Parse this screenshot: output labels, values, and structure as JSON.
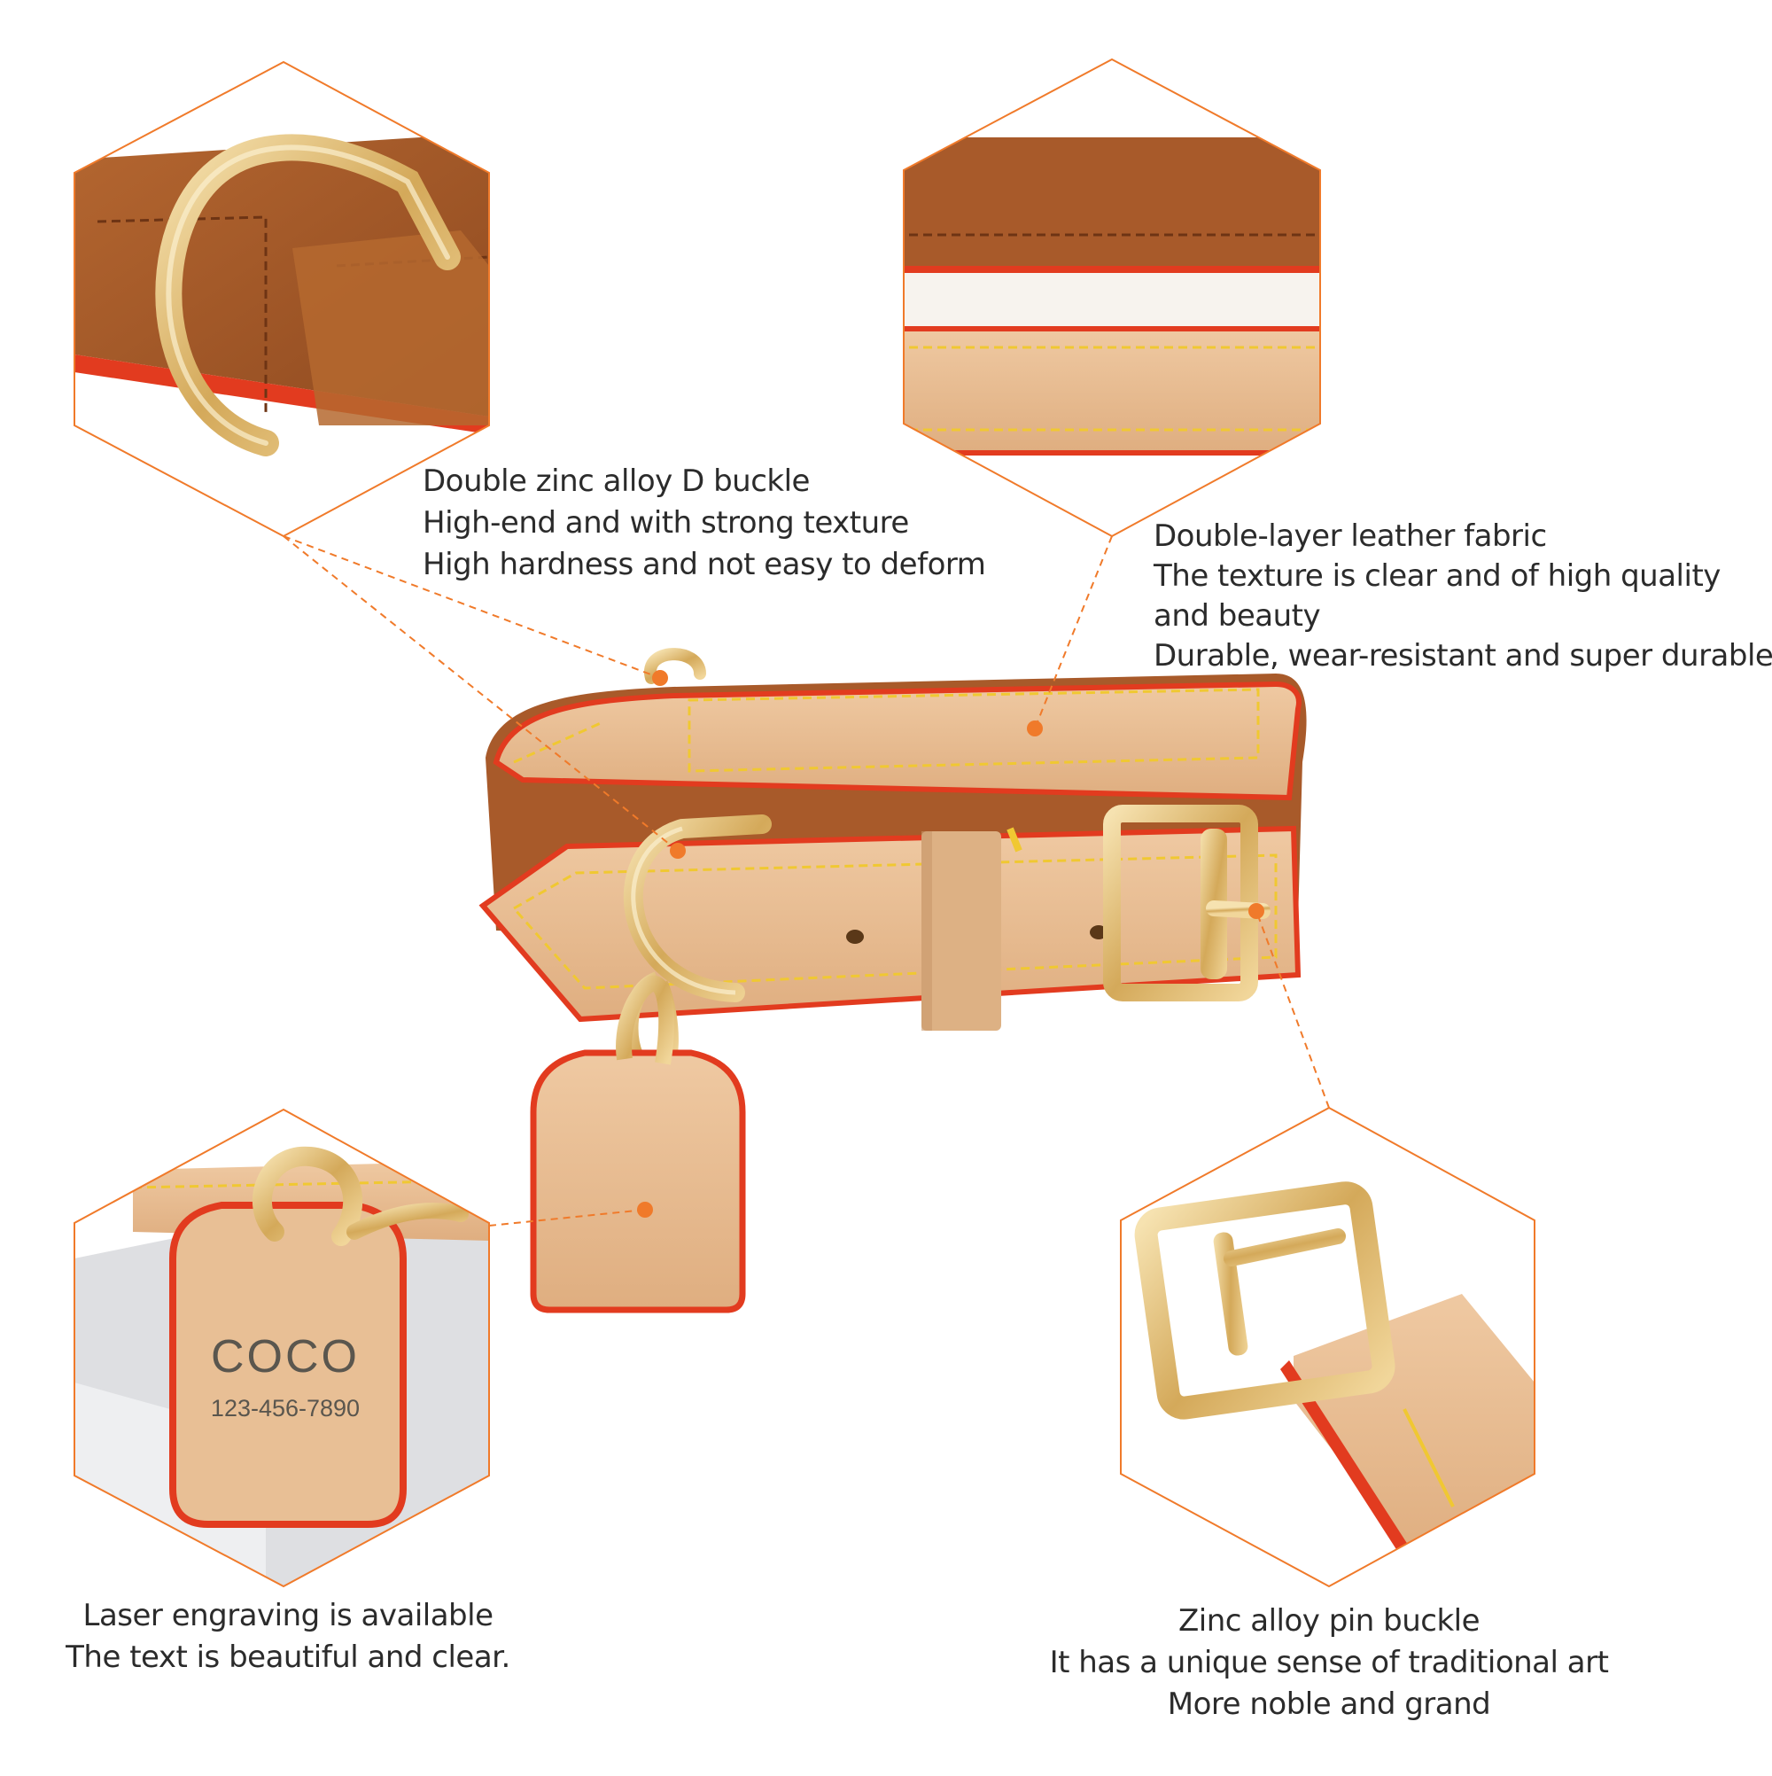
{
  "callouts": {
    "d_buckle": {
      "lines": [
        "Double zinc alloy D buckle",
        "High-end and with strong texture",
        "High hardness and not easy to deform"
      ]
    },
    "leather": {
      "lines": [
        "Double-layer leather fabric",
        "The texture is clear and of high quality",
        "and beauty",
        "Durable, wear-resistant and super durable"
      ]
    },
    "engraving": {
      "lines": [
        "Laser engraving is available",
        "The text is beautiful and clear."
      ]
    },
    "pin_buckle": {
      "lines": [
        "Zinc alloy pin buckle",
        "It has a unique sense of traditional art",
        "More noble and grand"
      ]
    }
  },
  "tag": {
    "name": "COCO",
    "phone": "123-456-7890"
  },
  "colors": {
    "accent_orange": "#f07a2a",
    "leather_brown": "#a85a2a",
    "leather_tan": "#e6b98e",
    "edge_red": "#e23b1f",
    "stitch_yellow": "#f0c832",
    "gold": "#d9b46a"
  }
}
